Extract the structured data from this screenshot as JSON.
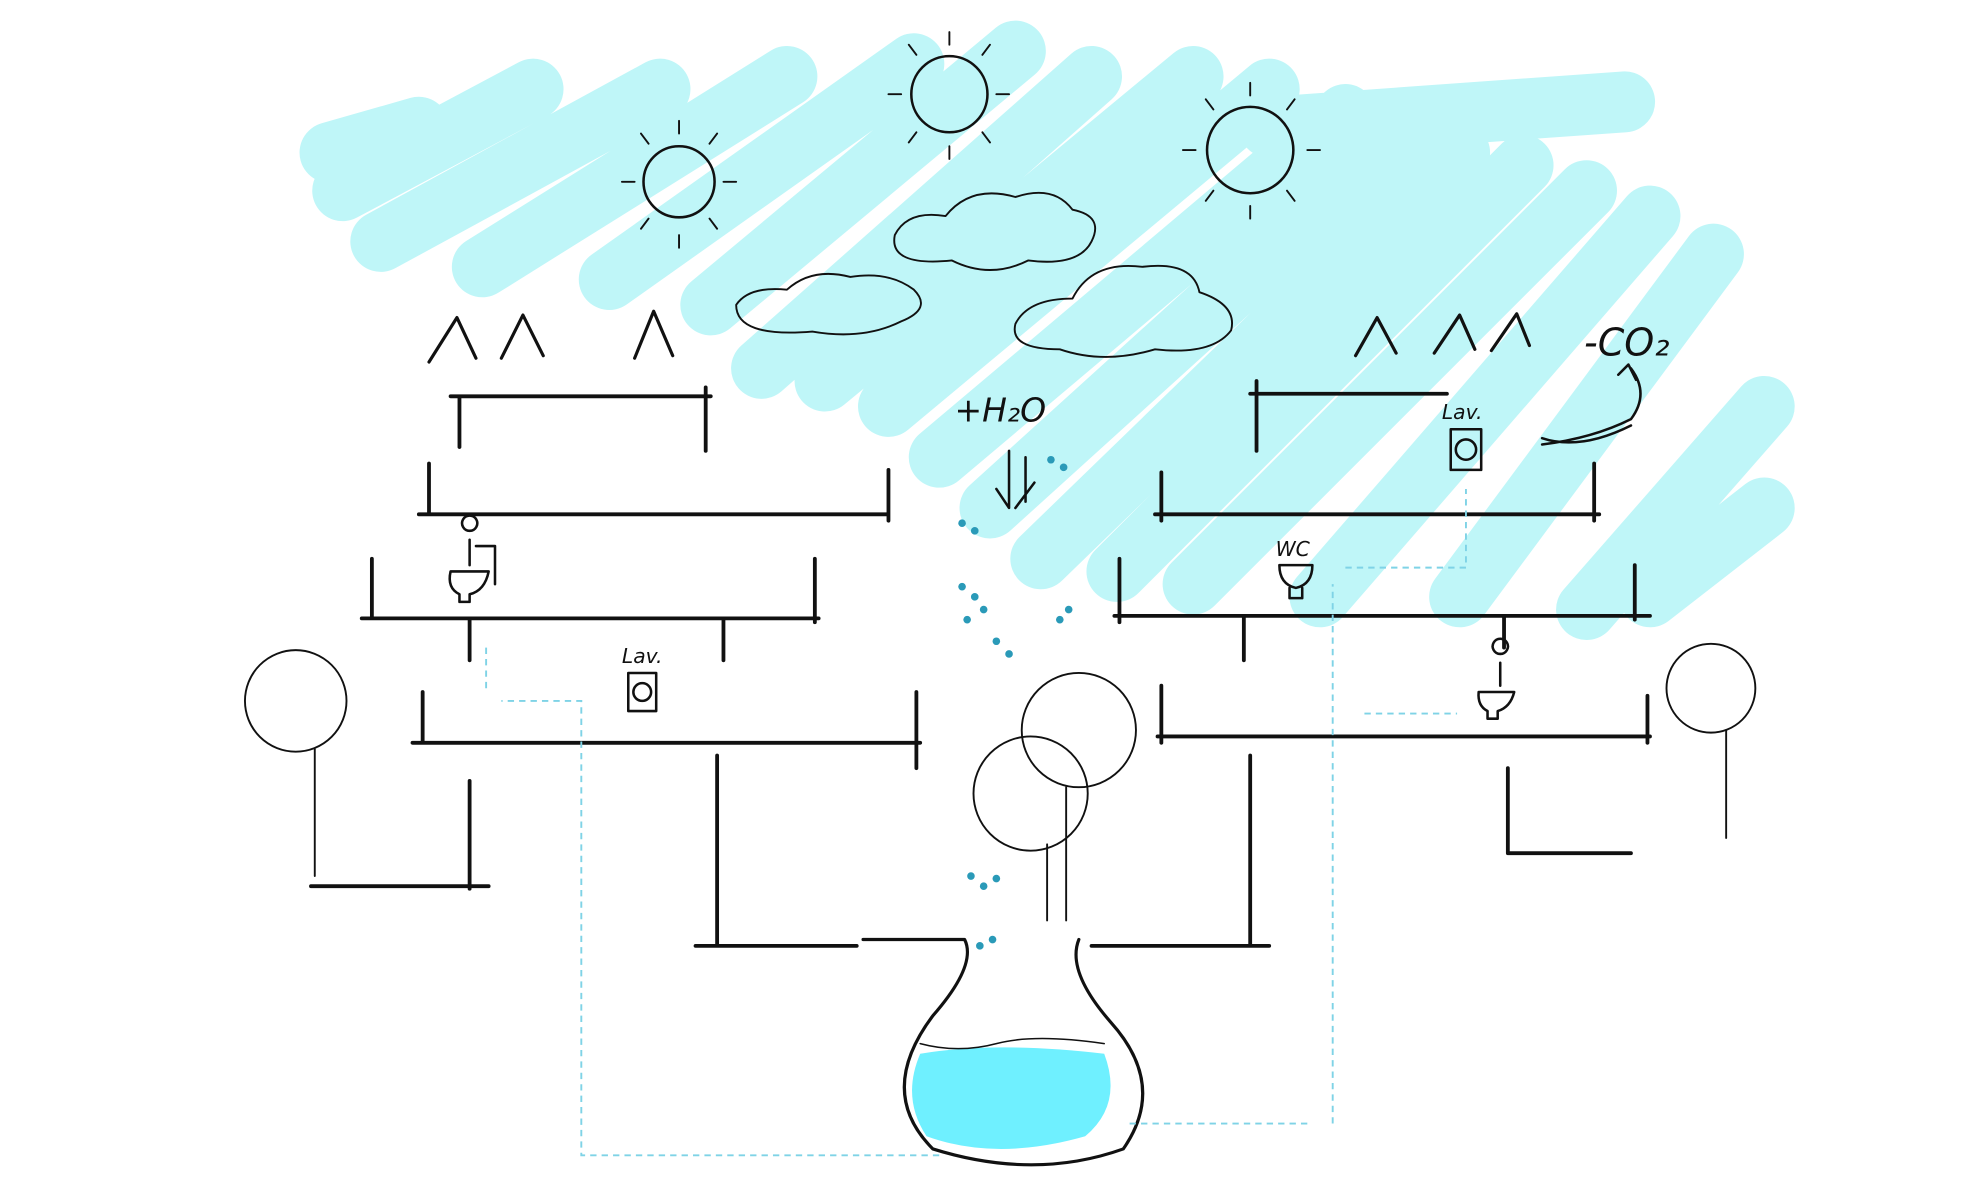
{
  "labels": {
    "water_in": "+H₂O",
    "co2_out": "-CO₂",
    "lav_left": "Lav.",
    "lav_right": "Lav.",
    "wc_right": "WC"
  },
  "colors": {
    "sky": "#bff6f8",
    "sun": "#ffd400",
    "tree": "#22d45a",
    "water": "#6ff0ff",
    "drop": "#2a9ab8",
    "pipe": "#7fd3e6",
    "ink": "#111111"
  }
}
